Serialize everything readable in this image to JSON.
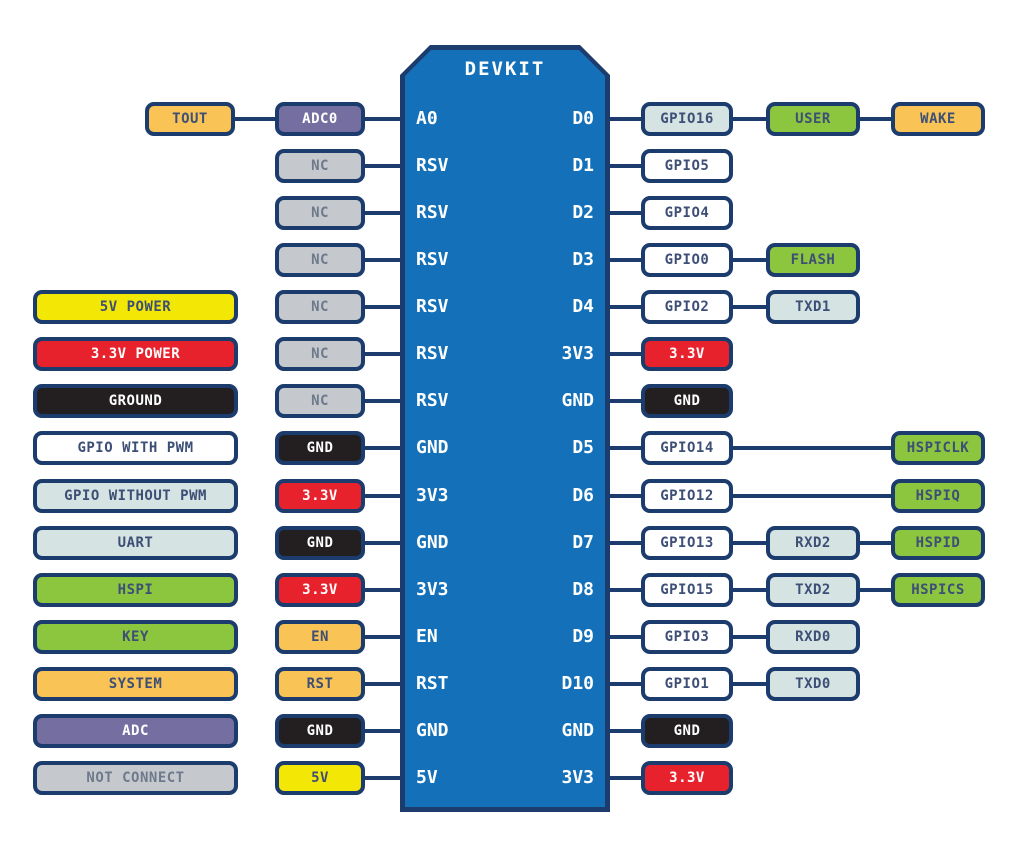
{
  "title": "DEVKIT",
  "colors": {
    "board_fill": "#1471b9",
    "outline_navy": "#1c3c6e",
    "text_navy": "#3d4f76",
    "text_white": "#ffffff",
    "text_nc": "#6e7a8c",
    "categories": {
      "power5v": "#f3e705",
      "power33v": "#e8222d",
      "ground": "#231f20",
      "gpio_pwm": "#ffffff",
      "gpio_nopwm": "#d5e3e2",
      "uart": "#d5e3e2",
      "hspi": "#8cc63f",
      "key": "#8cc63f",
      "system": "#f9c356",
      "adc": "#746ea1",
      "nc": "#c5c9cd"
    }
  },
  "legend": [
    {
      "label": "5V POWER",
      "type": "power5v"
    },
    {
      "label": "3.3V POWER",
      "type": "power33v"
    },
    {
      "label": "GROUND",
      "type": "ground"
    },
    {
      "label": "GPIO WITH PWM",
      "type": "gpio_pwm"
    },
    {
      "label": "GPIO WITHOUT PWM",
      "type": "gpio_nopwm"
    },
    {
      "label": "UART",
      "type": "uart"
    },
    {
      "label": "HSPI",
      "type": "hspi"
    },
    {
      "label": "KEY",
      "type": "key"
    },
    {
      "label": "SYSTEM",
      "type": "system"
    },
    {
      "label": "ADC",
      "type": "adc"
    },
    {
      "label": "NOT CONNECT",
      "type": "nc"
    }
  ],
  "rows": [
    {
      "pin_left": "A0",
      "pin_right": "D0",
      "left_outer": {
        "label": "TOUT",
        "type": "system"
      },
      "left": {
        "label": "ADC0",
        "type": "adc"
      },
      "right": [
        {
          "label": "GPIO16",
          "type": "gpio_nopwm",
          "col": 1
        },
        {
          "label": "USER",
          "type": "key",
          "col": 2
        },
        {
          "label": "WAKE",
          "type": "system",
          "col": 3
        }
      ]
    },
    {
      "pin_left": "RSV",
      "pin_right": "D1",
      "left": {
        "label": "NC",
        "type": "nc"
      },
      "right": [
        {
          "label": "GPIO5",
          "type": "gpio_pwm",
          "col": 1
        }
      ]
    },
    {
      "pin_left": "RSV",
      "pin_right": "D2",
      "left": {
        "label": "NC",
        "type": "nc"
      },
      "right": [
        {
          "label": "GPIO4",
          "type": "gpio_pwm",
          "col": 1
        }
      ]
    },
    {
      "pin_left": "RSV",
      "pin_right": "D3",
      "left": {
        "label": "NC",
        "type": "nc"
      },
      "right": [
        {
          "label": "GPIO0",
          "type": "gpio_pwm",
          "col": 1
        },
        {
          "label": "FLASH",
          "type": "key",
          "col": 2
        }
      ]
    },
    {
      "pin_left": "RSV",
      "pin_right": "D4",
      "left": {
        "label": "NC",
        "type": "nc"
      },
      "right": [
        {
          "label": "GPIO2",
          "type": "gpio_pwm",
          "col": 1
        },
        {
          "label": "TXD1",
          "type": "uart",
          "col": 2
        }
      ]
    },
    {
      "pin_left": "RSV",
      "pin_right": "3V3",
      "left": {
        "label": "NC",
        "type": "nc"
      },
      "right": [
        {
          "label": "3.3V",
          "type": "power33v",
          "col": 1
        }
      ]
    },
    {
      "pin_left": "RSV",
      "pin_right": "GND",
      "left": {
        "label": "NC",
        "type": "nc"
      },
      "right": [
        {
          "label": "GND",
          "type": "ground",
          "col": 1
        }
      ]
    },
    {
      "pin_left": "GND",
      "pin_right": "D5",
      "left": {
        "label": "GND",
        "type": "ground"
      },
      "right": [
        {
          "label": "GPIO14",
          "type": "gpio_pwm",
          "col": 1
        },
        {
          "label": "HSPICLK",
          "type": "hspi",
          "col": 3
        }
      ]
    },
    {
      "pin_left": "3V3",
      "pin_right": "D6",
      "left": {
        "label": "3.3V",
        "type": "power33v"
      },
      "right": [
        {
          "label": "GPIO12",
          "type": "gpio_pwm",
          "col": 1
        },
        {
          "label": "HSPIQ",
          "type": "hspi",
          "col": 3
        }
      ]
    },
    {
      "pin_left": "GND",
      "pin_right": "D7",
      "left": {
        "label": "GND",
        "type": "ground"
      },
      "right": [
        {
          "label": "GPIO13",
          "type": "gpio_pwm",
          "col": 1
        },
        {
          "label": "RXD2",
          "type": "uart",
          "col": 2
        },
        {
          "label": "HSPID",
          "type": "hspi",
          "col": 3
        }
      ]
    },
    {
      "pin_left": "3V3",
      "pin_right": "D8",
      "left": {
        "label": "3.3V",
        "type": "power33v"
      },
      "right": [
        {
          "label": "GPIO15",
          "type": "gpio_pwm",
          "col": 1
        },
        {
          "label": "TXD2",
          "type": "uart",
          "col": 2
        },
        {
          "label": "HSPICS",
          "type": "hspi",
          "col": 3
        }
      ]
    },
    {
      "pin_left": "EN",
      "pin_right": "D9",
      "left": {
        "label": "EN",
        "type": "system"
      },
      "right": [
        {
          "label": "GPIO3",
          "type": "gpio_pwm",
          "col": 1
        },
        {
          "label": "RXD0",
          "type": "uart",
          "col": 2
        }
      ]
    },
    {
      "pin_left": "RST",
      "pin_right": "D10",
      "left": {
        "label": "RST",
        "type": "system"
      },
      "right": [
        {
          "label": "GPIO1",
          "type": "gpio_pwm",
          "col": 1
        },
        {
          "label": "TXD0",
          "type": "uart",
          "col": 2
        }
      ]
    },
    {
      "pin_left": "GND",
      "pin_right": "GND",
      "left": {
        "label": "GND",
        "type": "ground"
      },
      "right": [
        {
          "label": "GND",
          "type": "ground",
          "col": 1
        }
      ]
    },
    {
      "pin_left": "5V",
      "pin_right": "3V3",
      "left": {
        "label": "5V",
        "type": "power5v"
      },
      "right": [
        {
          "label": "3.3V",
          "type": "power33v",
          "col": 1
        }
      ]
    }
  ]
}
